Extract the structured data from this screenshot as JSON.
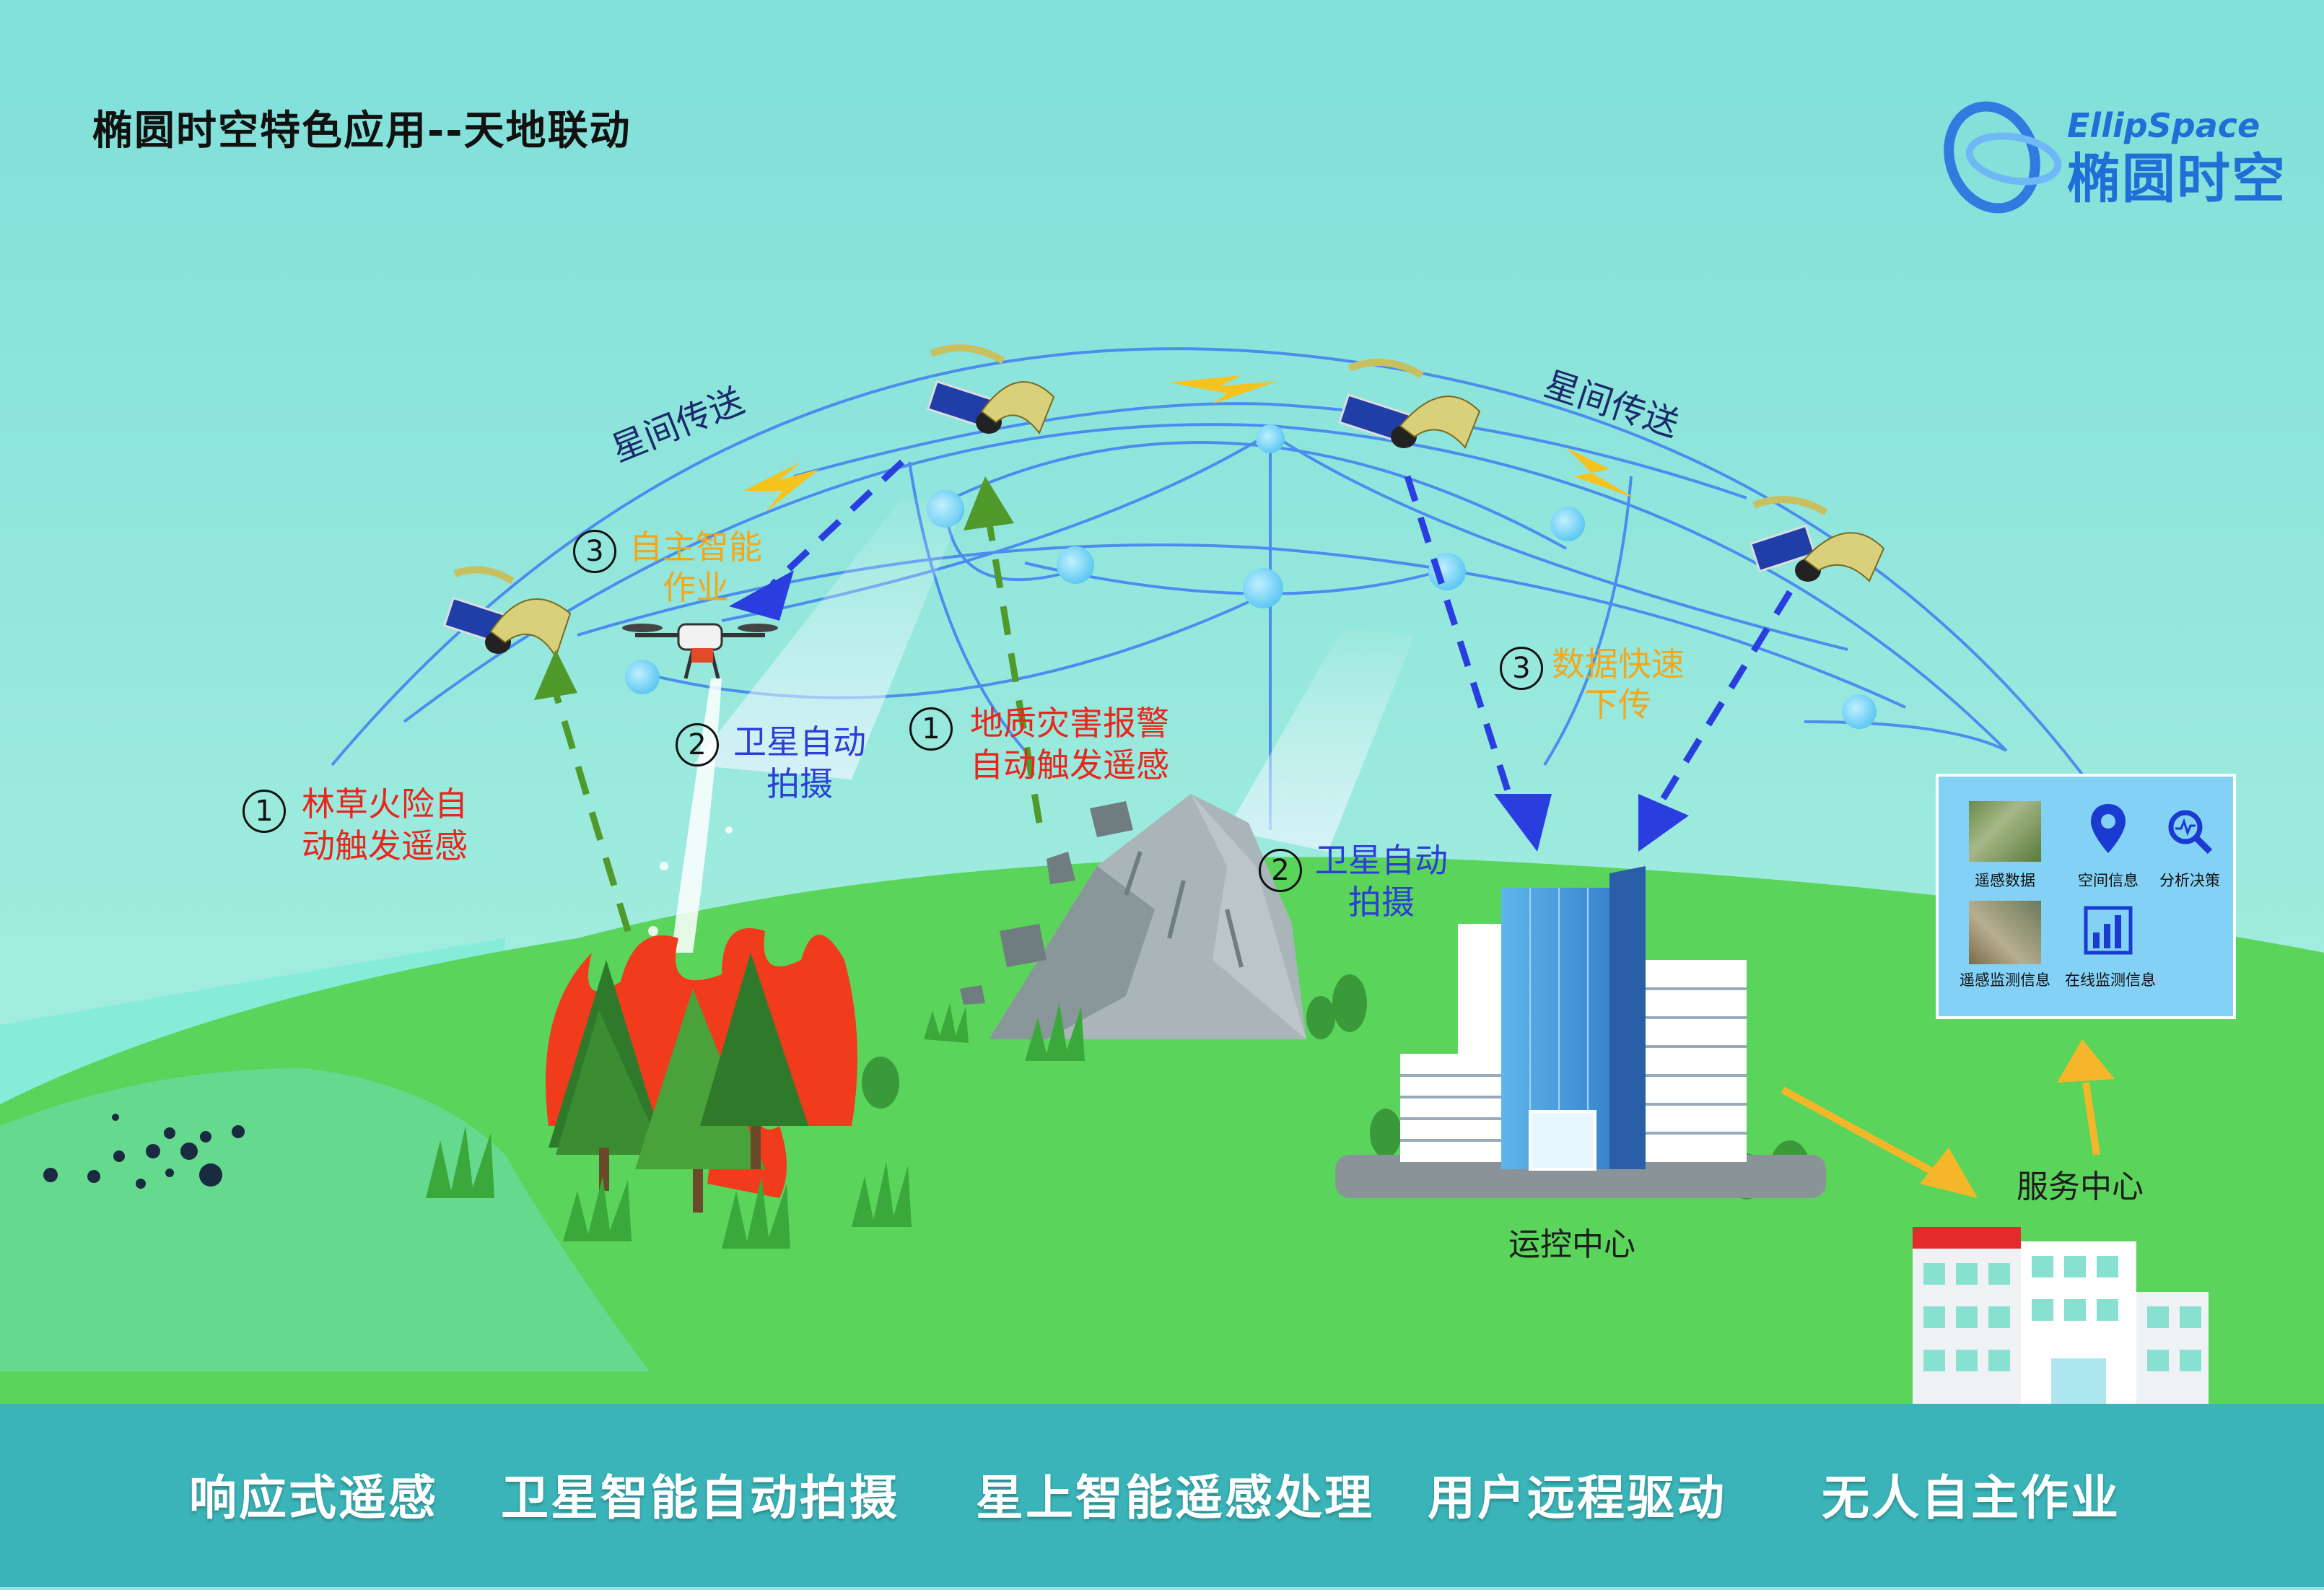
{
  "title": "椭圆时空特色应用--天地联动",
  "brand": {
    "name_en": "EllipSpace",
    "name_zh": "椭圆时空"
  },
  "links": {
    "left": "星间传送",
    "right": "星间传送"
  },
  "forest": {
    "step1": {
      "num": "1",
      "line1": "林草火险自",
      "line2": "动触发遥感"
    },
    "step2": {
      "num": "2",
      "line1": "卫星自动",
      "line2": "拍摄"
    },
    "step3": {
      "num": "3",
      "line1": "自主智能",
      "line2": "作业"
    }
  },
  "geo": {
    "step1": {
      "num": "1",
      "line1": "地质灾害报警",
      "line2": "自动触发遥感"
    },
    "step2": {
      "num": "2",
      "line1": "卫星自动",
      "line2": "拍摄"
    },
    "step3": {
      "num": "3",
      "line1": "数据快速",
      "line2": "下传"
    }
  },
  "operations_center": "运控中心",
  "service_center": "服务中心",
  "panel": {
    "items": [
      {
        "label": "遥感数据",
        "icon": "remote-sensing-image-icon"
      },
      {
        "label": "空间信息",
        "icon": "location-pin-icon"
      },
      {
        "label": "分析决策",
        "icon": "magnifier-analysis-icon"
      },
      {
        "label": "遥感监测信息",
        "icon": "monitoring-image-icon"
      },
      {
        "label": "在线监测信息",
        "icon": "bar-chart-icon"
      }
    ]
  },
  "banner": [
    "响应式遥感",
    "卫星智能自动拍摄",
    "星上智能遥感处理",
    "用户远程驱动",
    "无人自主作业"
  ],
  "colors": {
    "sky": "#8fe6dc",
    "ground": "#5ad45a",
    "banner": "#3ab4b8",
    "sea": "#7ee8d8",
    "arrow_green": "#4f9a2a",
    "arrow_blue": "#2a3ee0",
    "arrow_orange": "#f6b62a",
    "fire": "#f03c1c"
  }
}
